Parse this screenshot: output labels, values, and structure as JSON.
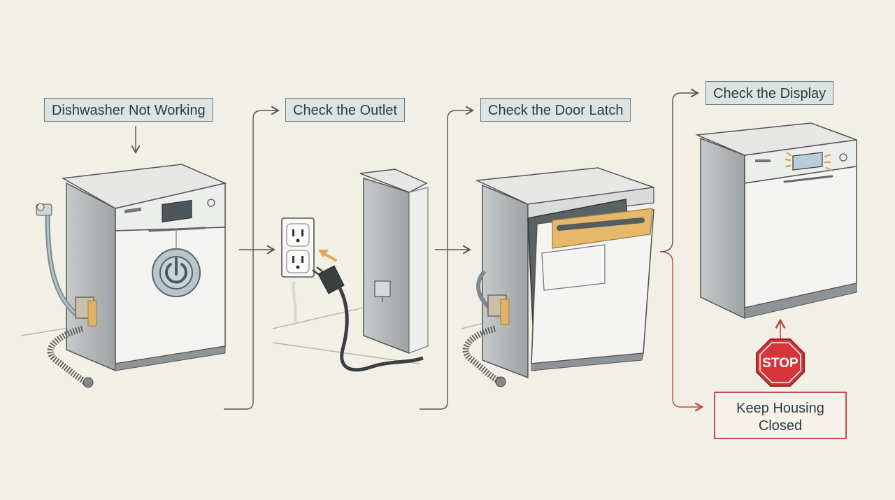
{
  "steps": [
    {
      "label": "Dishwasher Not Working"
    },
    {
      "label": "Check the Outlet"
    },
    {
      "label": "Check the Door Latch"
    },
    {
      "label": "Check the Display"
    }
  ],
  "warning": {
    "sign": "STOP",
    "line1": "Keep Housing",
    "line2": "Closed"
  },
  "colors": {
    "label_fill": "#dde3e3",
    "highlight": "#e2b26a",
    "warning_red": "#c0504d",
    "stop_red": "#d4363a"
  },
  "icons": [
    "power-icon",
    "outlet-icon",
    "plug-icon",
    "stop-sign-icon",
    "display-glow-icon"
  ]
}
